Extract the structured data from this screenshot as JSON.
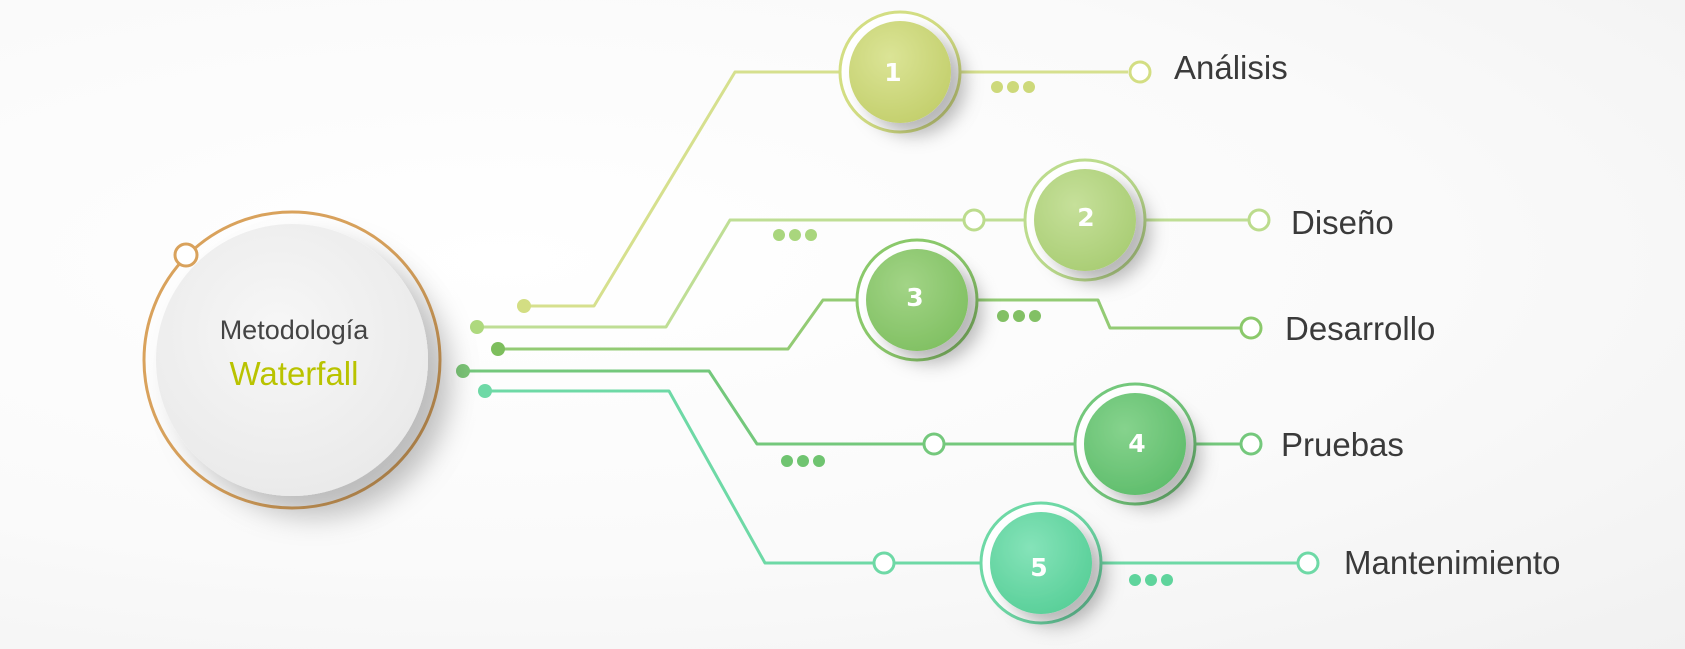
{
  "hub": {
    "title": "Metodología",
    "subtitle": "Waterfall",
    "ring_color": "#d9a25c",
    "subtitle_color": "#b9c300"
  },
  "steps": [
    {
      "number": "1",
      "label": "Análisis",
      "color": "#cfdc7e",
      "color_dark": "#b9c65e"
    },
    {
      "number": "2",
      "label": "Diseño",
      "color": "#b6d786",
      "color_dark": "#9ec86c"
    },
    {
      "number": "3",
      "label": "Desarrollo",
      "color": "#8fcb73",
      "color_dark": "#76b95b"
    },
    {
      "number": "4",
      "label": "Pruebas",
      "color": "#72c97c",
      "color_dark": "#58b865"
    },
    {
      "number": "5",
      "label": "Mantenimiento",
      "color": "#6ddaa9",
      "color_dark": "#4fc690"
    }
  ]
}
